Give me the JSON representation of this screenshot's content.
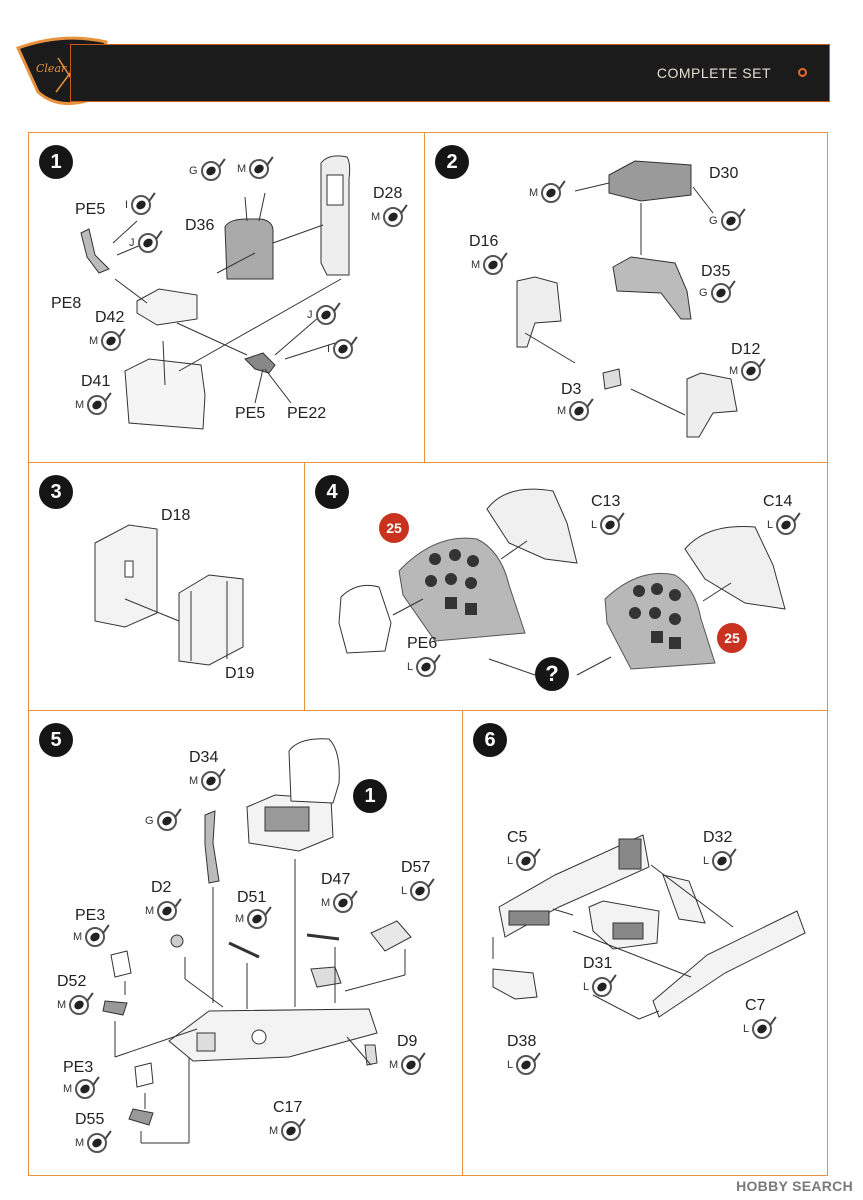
{
  "header": {
    "brand_text": "Clear Prop!",
    "title": "COMPLETE SET"
  },
  "colors": {
    "accent": "#e8923e",
    "header_bg": "#1b1b1b",
    "badge_red": "#c8321e",
    "panel_gray": "#b8b8b8"
  },
  "steps": {
    "s1": {
      "number": "1",
      "labels": {
        "pe5": "PE5",
        "pe8": "PE8",
        "d36": "D36",
        "d28": "D28",
        "d42": "D42",
        "d41": "D41",
        "pe5b": "PE5",
        "pe22": "PE22"
      },
      "paints": {
        "i": "I",
        "j": "J",
        "g": "G",
        "m": "M",
        "m2": "M",
        "m3": "M",
        "m4": "M",
        "j2": "J",
        "i2": "I"
      }
    },
    "s2": {
      "number": "2",
      "labels": {
        "d30": "D30",
        "d16": "D16",
        "d35": "D35",
        "d12": "D12",
        "d3": "D3"
      },
      "paints": {
        "m": "M",
        "g": "G",
        "m2": "M",
        "g2": "G",
        "m3": "M",
        "m4": "M"
      }
    },
    "s3": {
      "number": "3",
      "labels": {
        "d18": "D18",
        "d19": "D19"
      }
    },
    "s4": {
      "number": "4",
      "labels": {
        "c13": "C13",
        "c14": "C14",
        "pe6": "PE6"
      },
      "paints": {
        "l": "L",
        "l2": "L",
        "l3": "L"
      },
      "badge": "25",
      "badge2": "25",
      "question": "?"
    },
    "s5": {
      "number": "5",
      "ref": "1",
      "labels": {
        "d34": "D34",
        "d2": "D2",
        "d51": "D51",
        "d47": "D47",
        "d57": "D57",
        "pe3": "PE3",
        "d52": "D52",
        "pe3b": "PE3",
        "d55": "D55",
        "c17": "C17",
        "d9": "D9"
      },
      "paints": {
        "m": "M",
        "g": "G",
        "m2": "M",
        "m3": "M",
        "m4": "M",
        "l": "L",
        "m5": "M",
        "m6": "M",
        "m7": "M",
        "m8": "M",
        "m9": "M",
        "m10": "M"
      }
    },
    "s6": {
      "number": "6",
      "labels": {
        "c5": "C5",
        "d32": "D32",
        "d31": "D31",
        "c7": "C7",
        "d38": "D38"
      },
      "paints": {
        "l": "L",
        "l2": "L",
        "l3": "L",
        "l4": "L",
        "l5": "L"
      }
    }
  },
  "footer": {
    "watermark": "HOBBY SEARCH"
  }
}
